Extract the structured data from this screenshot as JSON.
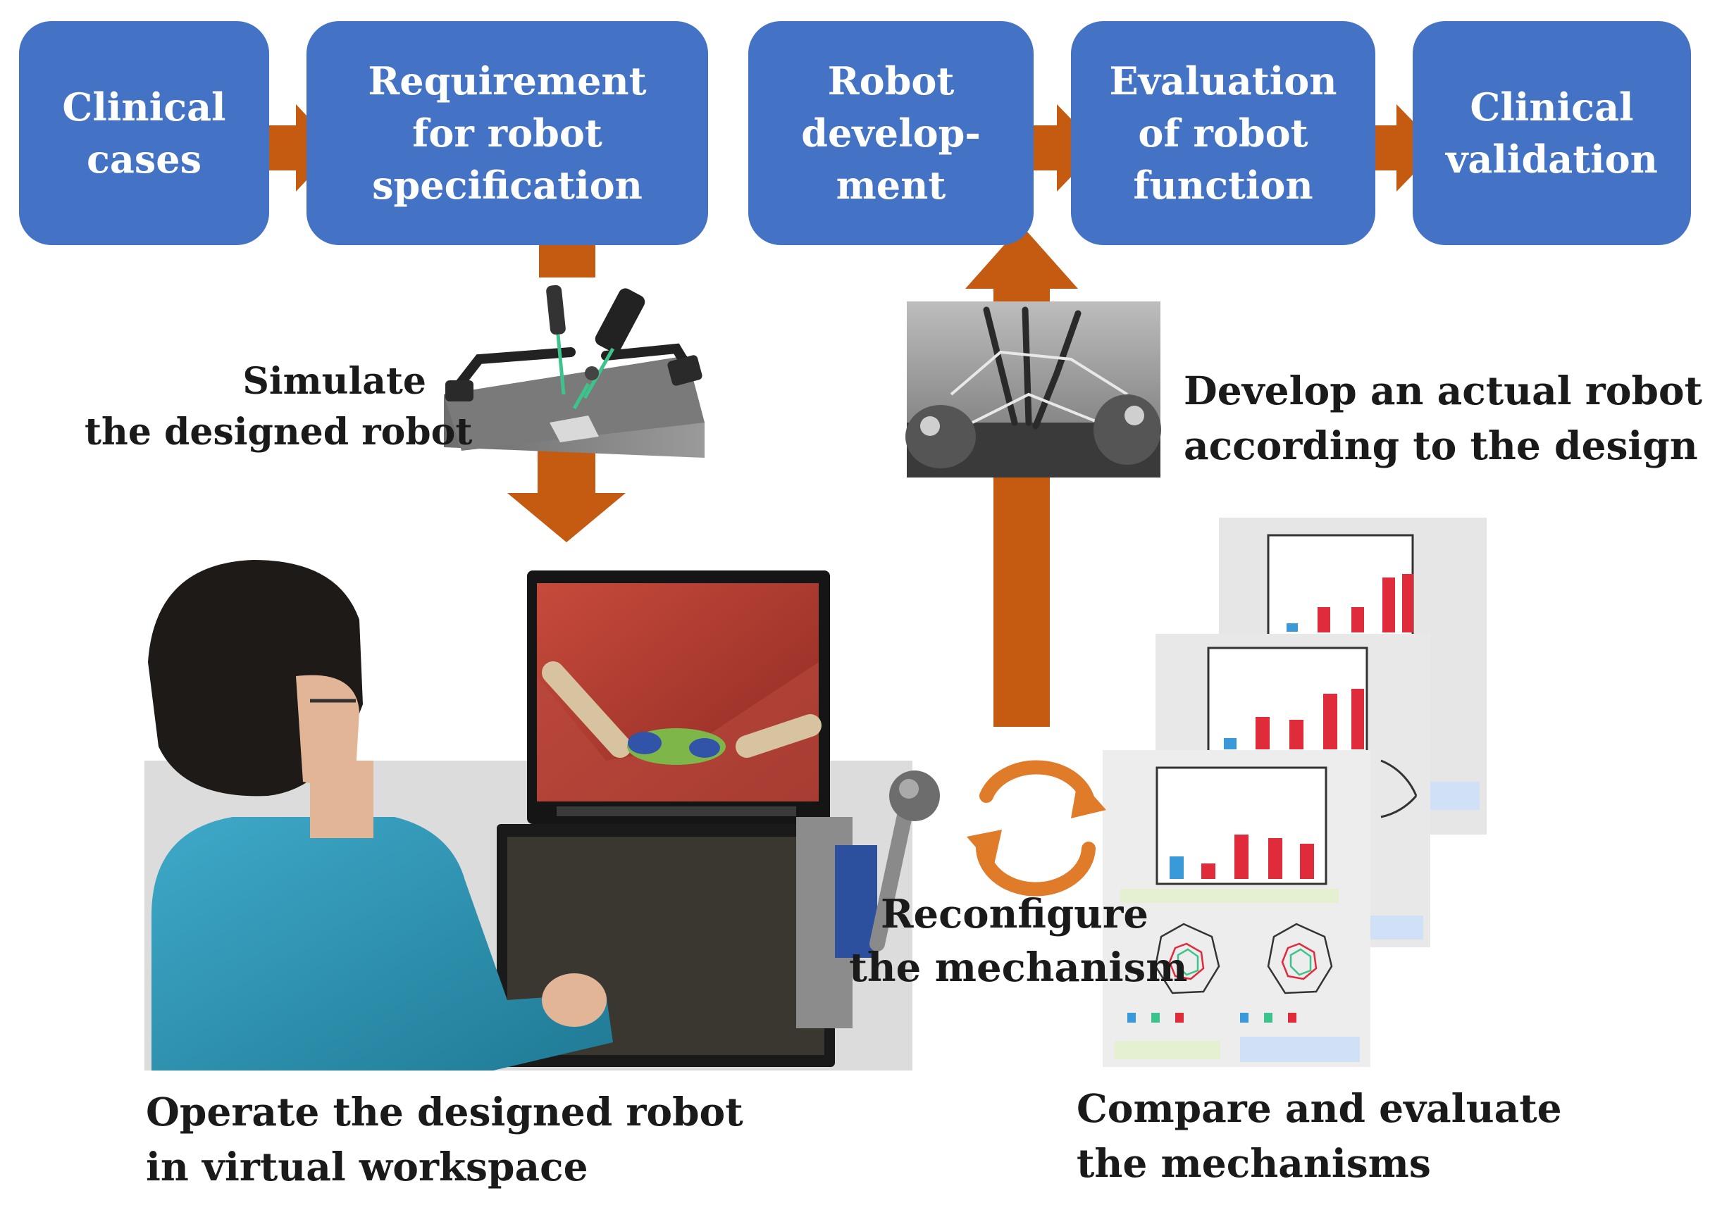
{
  "colors": {
    "box_fill": "#4472c4",
    "box_text": "#ffffff",
    "arrow": "#c55a11",
    "caption_text": "#1a1a1a",
    "chart_bar": "#e02b3a",
    "chart_bar_low": "#3a9ad9"
  },
  "steps": [
    {
      "lines": [
        "Clinical",
        "cases"
      ]
    },
    {
      "lines": [
        "Requirement",
        "for robot",
        "specification"
      ]
    },
    {
      "lines": [
        "Robot",
        "develop-",
        "ment"
      ]
    },
    {
      "lines": [
        "Evaluation",
        "of robot",
        "function"
      ]
    },
    {
      "lines": [
        "Clinical",
        "validation"
      ]
    }
  ],
  "captions": {
    "simulate": [
      "Simulate",
      "the designed robot"
    ],
    "develop": [
      "Develop an actual robot",
      "according to the design"
    ],
    "reconfigure": [
      "Reconfigure",
      "the mechanism"
    ],
    "operate": [
      "Operate the designed robot",
      "in virtual workspace"
    ],
    "compare": [
      "Compare and evaluate",
      "the  mechanisms"
    ]
  },
  "images": {
    "simulation_render": "robot-simulation-render",
    "actual_robot_photo": "actual-robot-photo",
    "operator_photo": "operator-at-console-photo",
    "evaluation_sheets": "evaluation-chart-sheets"
  },
  "icons": {
    "cycle": "reconfigure-cycle-icon"
  }
}
